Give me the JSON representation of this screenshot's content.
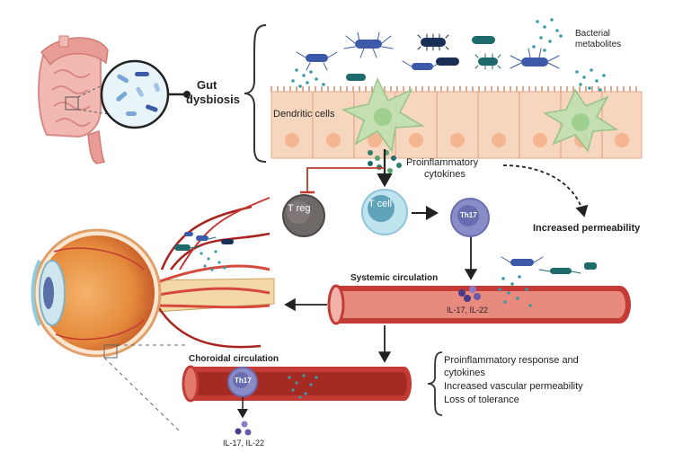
{
  "labels": {
    "gut_dysbiosis_1": "Gut",
    "gut_dysbiosis_2": "dysbiosis",
    "bacterial_metabolites_1": "Bacterial",
    "bacterial_metabolites_2": "metabolites",
    "dendritic_cells": "Dendritic cells",
    "proinflammatory_cytokines_1": "Proinflammatory",
    "proinflammatory_cytokines_2": "cytokines",
    "treg": "T reg",
    "tcell": "T cell",
    "th17": "Th17",
    "increased_permeability": "Increased permeability",
    "systemic_circulation": "Systemic circulation",
    "il_systemic": "IL-17, IL-22",
    "choroidal_circulation": "Choroidal circulation",
    "th17_choroid": "Th17",
    "il_choroid": "IL-17, IL-22",
    "outcomes": [
      "Proinflammatory response and",
      "cytokines",
      "Increased vascular permeability",
      "Loss of tolerance"
    ]
  },
  "colors": {
    "epithelium": "#f7d6c0",
    "nucleus": "#f5b590",
    "vessel_outer": "#c43a34",
    "vessel_inner": "#e88a7e",
    "dendritic": "#bfe0b0",
    "treg": "#6e6866",
    "tcell": "#a8d8e8",
    "th17": "#8a8cc8",
    "bacteria_blue": "#3d5aa8",
    "bacteria_teal": "#1f6b6b"
  },
  "icons": [
    "intestine-icon",
    "magnifier-icon",
    "eye-icon",
    "bacteria-icon"
  ]
}
